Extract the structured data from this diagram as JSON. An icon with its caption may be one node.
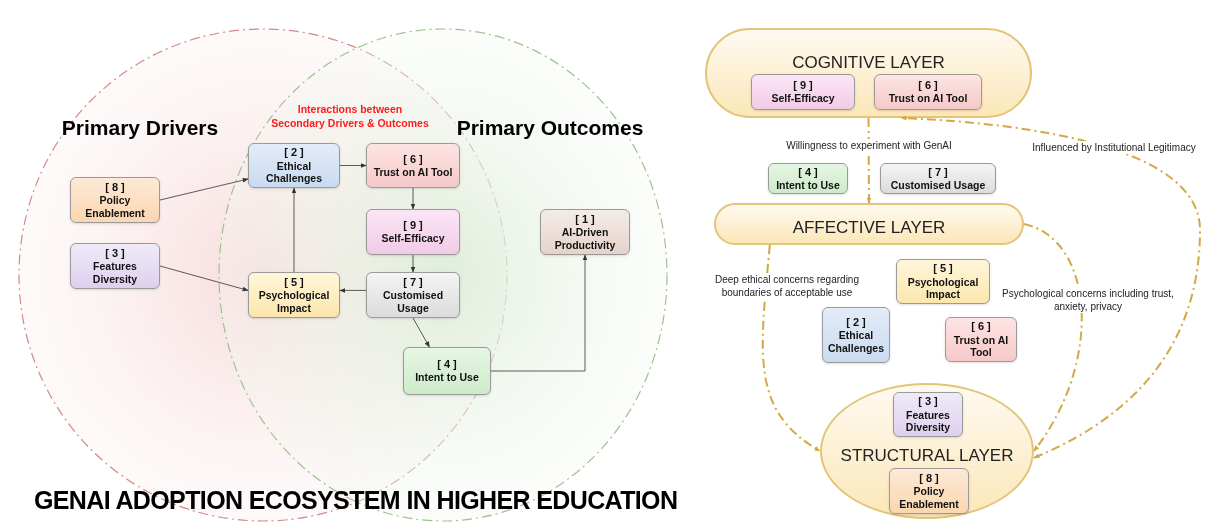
{
  "diagram": {
    "title": "GENAI ADOPTION ECOSYSTEM IN HIGHER EDUCATION",
    "nodes": [
      {
        "text": [
          "[ 8 ]",
          "Policy Enablement"
        ]
      },
      {
        "text": [
          "[ 3 ]",
          "Features Diversity"
        ]
      },
      {
        "text": [
          "[ 2 ]",
          "Ethical Challenges"
        ]
      },
      {
        "text": [
          "[ 6 ]",
          "Trust on AI Tool"
        ]
      },
      {
        "text": [
          "[ 9 ]",
          "Self-Efficacy"
        ]
      },
      {
        "text": [
          "[ 5 ]",
          "Psychological Impact"
        ]
      },
      {
        "text": [
          "[ 7 ]",
          "Customised Usage"
        ]
      },
      {
        "text": [
          "[ 4 ]",
          "Intent to Use"
        ]
      },
      {
        "text": [
          "[ 1 ]",
          "AI-Driven Productivity"
        ]
      },
      {
        "text": [
          "COGNITIVE LAYER"
        ]
      },
      {
        "text": [
          "[ 9 ]",
          "Self-Efficacy"
        ],
        "in": 9
      },
      {
        "text": [
          "[ 6 ]",
          "Trust on AI Tool"
        ],
        "in": 9
      },
      {
        "text": [
          "[ 4 ]",
          "Intent to Use"
        ]
      },
      {
        "text": [
          "[ 7 ]",
          "Customised Usage"
        ]
      },
      {
        "text": [
          "AFFECTIVE LAYER"
        ]
      },
      {
        "text": [
          "[ 5 ]",
          "Psychological Impact"
        ]
      },
      {
        "text": [
          "[ 2 ]",
          "Ethical Challenges"
        ]
      },
      {
        "text": [
          "[ 6 ]",
          "Trust on AI Tool"
        ]
      },
      {
        "text": [
          "STRUCTURAL LAYER"
        ]
      },
      {
        "text": [
          "[ 3 ]",
          "Features Diversity"
        ],
        "in": 18
      },
      {
        "text": [
          "[ 8 ]",
          "Policy Enablement"
        ],
        "in": 18
      }
    ],
    "edges": [
      {
        "from": 0,
        "to": 2,
        "arrow": "to"
      },
      {
        "from": 1,
        "to": 5,
        "arrow": "to"
      },
      {
        "from": 2,
        "to": 3,
        "arrow": "to"
      },
      {
        "from": 3,
        "to": 4,
        "arrow": "to"
      },
      {
        "from": 4,
        "to": 6,
        "arrow": "to"
      },
      {
        "from": 6,
        "to": 5,
        "arrow": "to"
      },
      {
        "from": 5,
        "to": 2,
        "arrow": "to"
      },
      {
        "from": 6,
        "to": 7,
        "arrow": "to"
      },
      {
        "from": 7,
        "to": 8,
        "arrow": "to"
      },
      {
        "from": 9,
        "to": 14,
        "arrow": "to",
        "label": "Willingness to experiment with GenAI",
        "style": "dashed",
        "color": "#d4a843"
      },
      {
        "from": 14,
        "to": 18,
        "arrow": "to",
        "label": "Deep ethical concerns regarding boundaries of acceptable use",
        "style": "dashed",
        "color": "#d4a843"
      },
      {
        "from": 14,
        "to": 18,
        "arrow": "to",
        "label": "Psychological concerns including trust, anxiety, privacy",
        "style": "dashed",
        "color": "#d4a843"
      },
      {
        "from": 18,
        "to": 9,
        "arrow": "both",
        "label": "Influenced by Institutional Legitimacy",
        "style": "dashed",
        "color": "#d4a843"
      }
    ],
    "labels": [
      "Primary Drivers",
      "Interactions between Secondary Drivers & Outcomes",
      "Primary Outcomes"
    ]
  }
}
